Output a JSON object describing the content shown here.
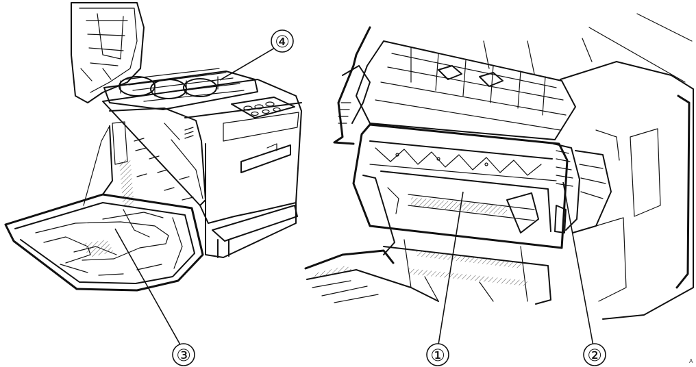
{
  "callouts": [
    {
      "id": "callout-1",
      "label": "①"
    },
    {
      "id": "callout-2",
      "label": "②"
    },
    {
      "id": "callout-3",
      "label": "③"
    },
    {
      "id": "callout-4",
      "label": "④"
    }
  ],
  "corner_mark": "A"
}
